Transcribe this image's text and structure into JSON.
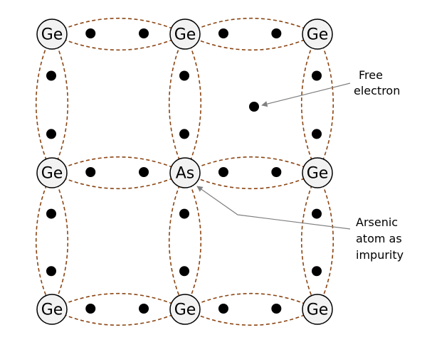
{
  "diagram": {
    "colors": {
      "bond": "#8b4513",
      "electron": "#000000",
      "atom_fill": "#f2f2f2",
      "arrow": "#808080"
    },
    "atoms": [
      {
        "id": "r0c0",
        "label": "Ge"
      },
      {
        "id": "r0c1",
        "label": "Ge"
      },
      {
        "id": "r0c2",
        "label": "Ge"
      },
      {
        "id": "r1c0",
        "label": "Ge"
      },
      {
        "id": "r1c1",
        "label": "As"
      },
      {
        "id": "r1c2",
        "label": "Ge"
      },
      {
        "id": "r2c0",
        "label": "Ge"
      },
      {
        "id": "r2c1",
        "label": "Ge"
      },
      {
        "id": "r2c2",
        "label": "Ge"
      }
    ],
    "annotations": {
      "free_electron": [
        "Free",
        "electron"
      ],
      "arsenic": [
        "Arsenic",
        "atom as",
        "impurity"
      ]
    }
  }
}
